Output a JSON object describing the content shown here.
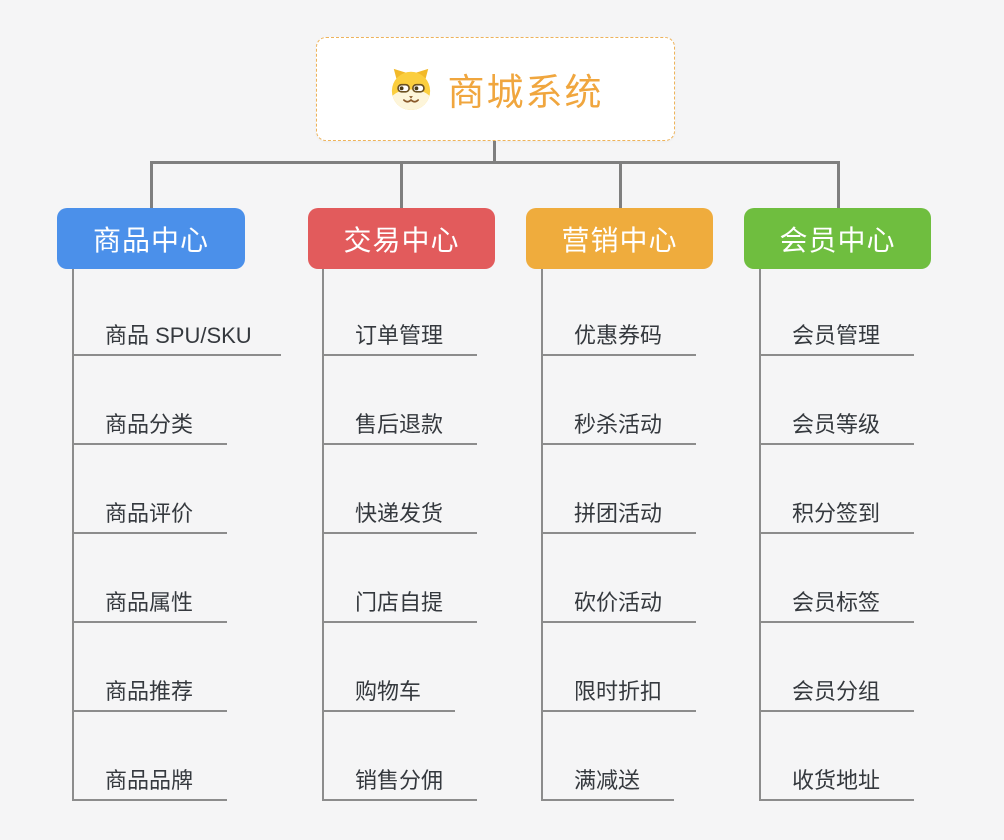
{
  "app": {
    "type": "mindmap",
    "description": "商城系统功能结构图"
  },
  "root": {
    "title": "商城系统",
    "icon": "doge-icon"
  },
  "colors": {
    "background": "#f5f5f6",
    "connector": "#7f7f7f",
    "root_bg": "#ffffff",
    "root_border": "#eeb35a",
    "root_text": "#f0a63e",
    "branch_text": "#ffffff",
    "leaf_text": "#35393e",
    "leaf_line": "#8c8c8c"
  },
  "branches": [
    {
      "label": "商品中心",
      "color": "#4b90ea",
      "leaves": [
        "商品 SPU/SKU",
        "商品分类",
        "商品评价",
        "商品属性",
        "商品推荐",
        "商品品牌"
      ]
    },
    {
      "label": "交易中心",
      "color": "#e25b5c",
      "leaves": [
        "订单管理",
        "售后退款",
        "快递发货",
        "门店自提",
        "购物车",
        "销售分佣"
      ]
    },
    {
      "label": "营销中心",
      "color": "#efac3d",
      "leaves": [
        "优惠券码",
        "秒杀活动",
        "拼团活动",
        "砍价活动",
        "限时折扣",
        "满减送"
      ]
    },
    {
      "label": "会员中心",
      "color": "#6fbe3f",
      "leaves": [
        "会员管理",
        "会员等级",
        "积分签到",
        "会员标签",
        "会员分组",
        "收货地址"
      ]
    }
  ]
}
